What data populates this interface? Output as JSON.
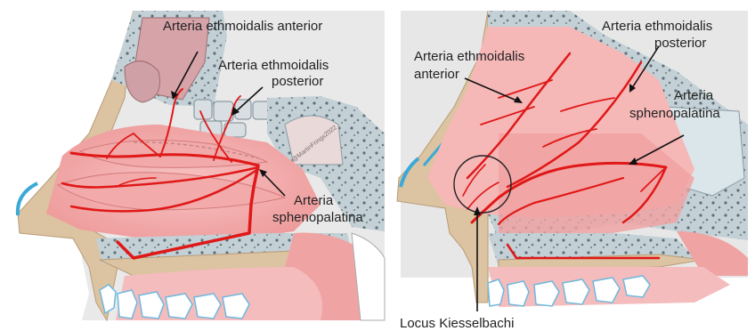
{
  "left_panel": {
    "labels": {
      "ethmoid_anterior": "Arteria ethmoidalis anterior",
      "ethmoid_posterior_1": "Arteria ethmoidalis",
      "ethmoid_posterior_2": "posterior",
      "sphenopalatine_1": "Arteria",
      "sphenopalatine_2": "sphenopalatina"
    },
    "watermark": "@MartinFrings2022"
  },
  "right_panel": {
    "labels": {
      "ethmoid_anterior_1": "Arteria ethmoidalis",
      "ethmoid_anterior_2": "anterior",
      "ethmoid_posterior_1": "Arteria ethmoidalis",
      "ethmoid_posterior_2": "posterior",
      "sphenopalatine_1": "Arteria",
      "sphenopalatine_2": "sphenopalatina",
      "kiesselbach": "Locus Kiesselbachi"
    }
  },
  "colors": {
    "artery": "#e01818",
    "mucosa": "#f3a5a5",
    "bone": "#c9d6db",
    "skin": "#dcc3a1",
    "background_gray": "#e7e7e7"
  }
}
